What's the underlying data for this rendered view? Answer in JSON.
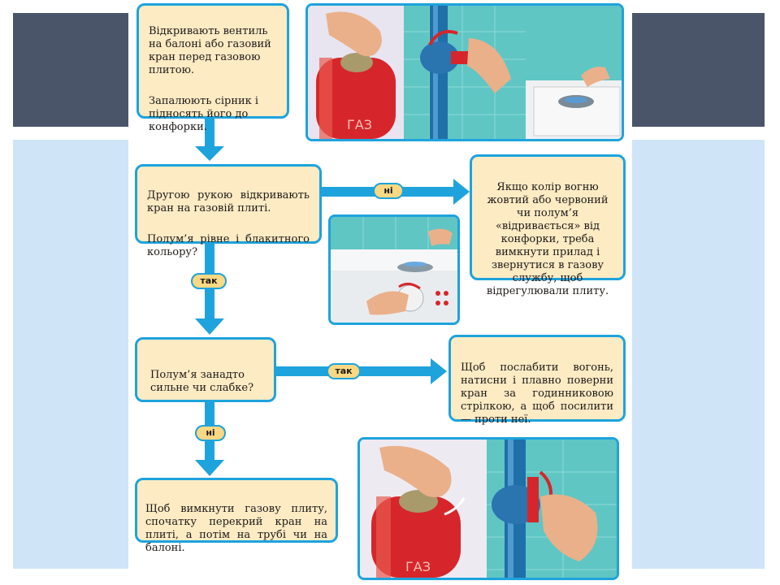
{
  "colors": {
    "slate": "#4b5569",
    "pale_blue": "#cfe5f7",
    "flow_blue": "#1ea3dc",
    "box_fill": "#fdebc4",
    "pill_fill": "#fbd883",
    "cylinder_red": "#d6262b"
  },
  "steps": {
    "step1": {
      "line1": "Відкривають вентиль на балоні або газовий кран перед газовою плитою.",
      "line2": "Запалюють сірник і підносять його до конфорки."
    },
    "step2": {
      "line1": "Другою рукою відкривають кран на газовій плиті.",
      "line2": "Полум’я рівне і блакитного кольору?"
    },
    "step2_no": "Якщо колір вогню жовтий або червоний чи полум’я «відривається» від конфорки, треба вимкнути прилад і звернутися в газову службу, щоб відрегулювали плиту.",
    "step3": "Полум’я занадто сильне чи слабке?",
    "step3_yes": "Щоб послабити вогонь, натисни і плавно поверни кран за годинниковою стрілкою, а щоб посилити — проти неї.",
    "step4": "Щоб вимкнути газову плиту, спочатку перекрий кран на плиті, а потім на трубі чи на балоні."
  },
  "connectors": {
    "no1": "ні",
    "yes1": "так",
    "yes2": "так",
    "no2": "ні"
  },
  "photos": {
    "top_cylinder_text": "ГАЗ",
    "bottom_cylinder_text": "ГАЗ"
  }
}
